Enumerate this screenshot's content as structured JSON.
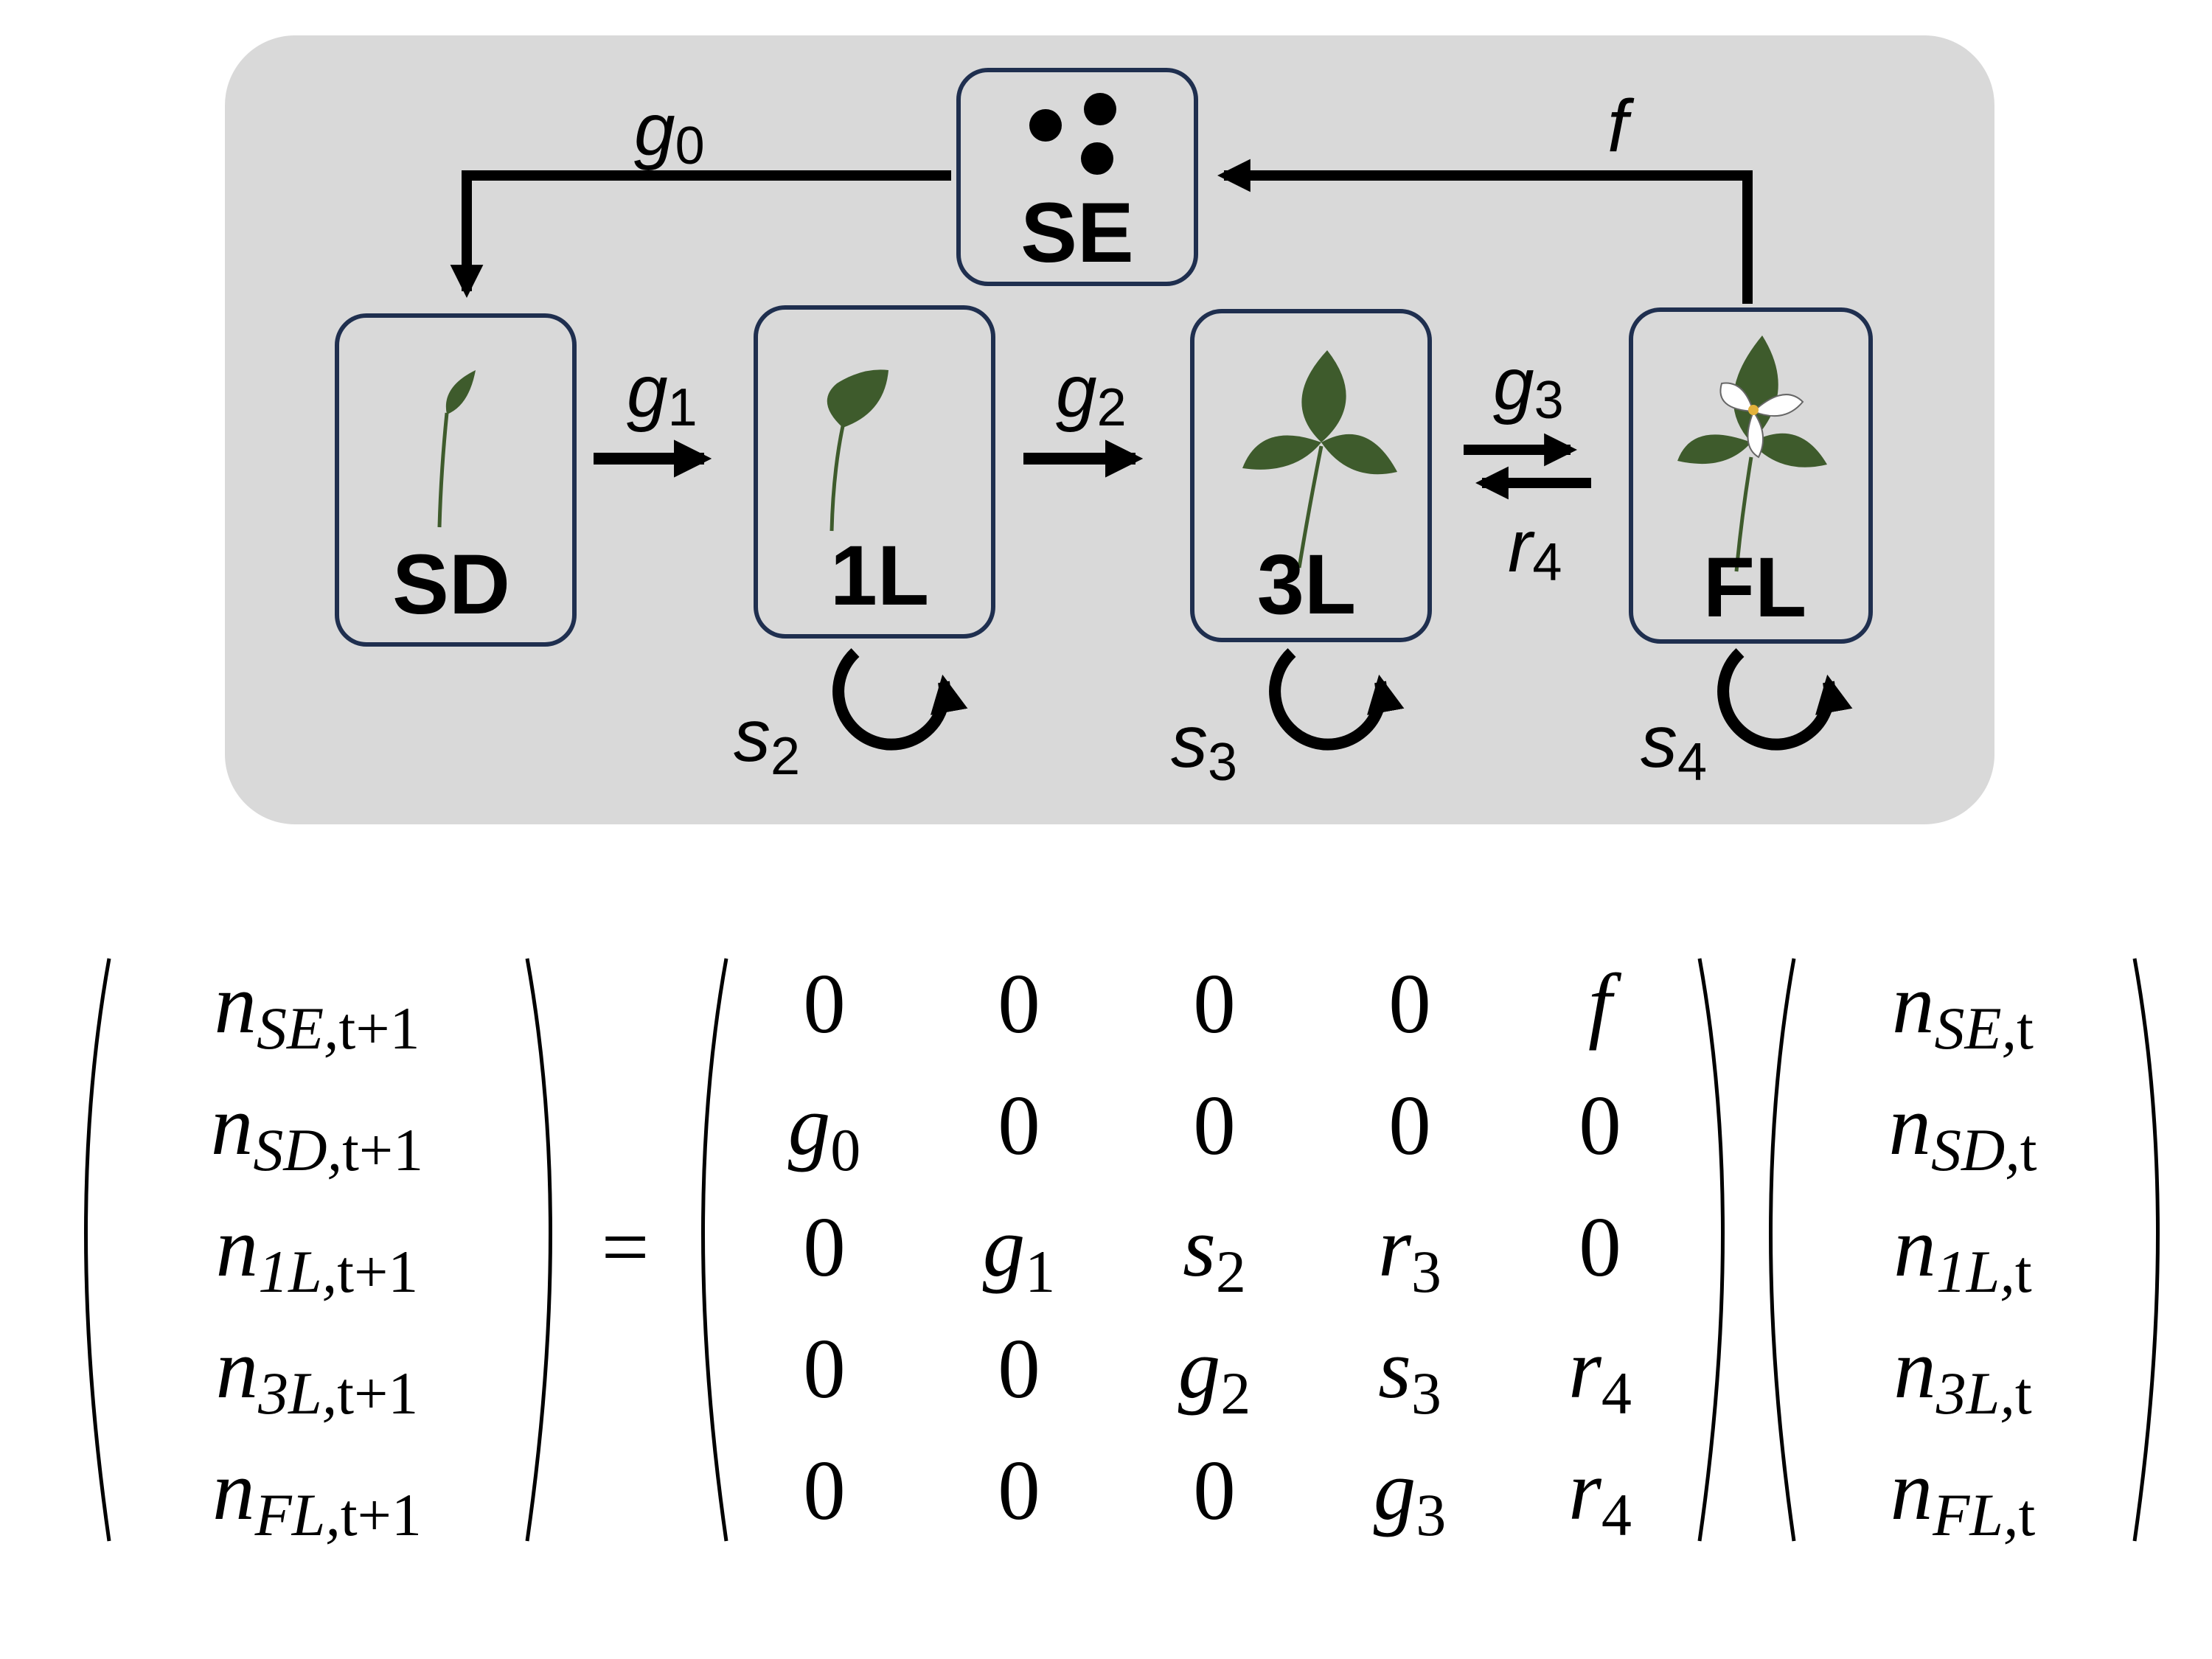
{
  "diagram": {
    "stages": {
      "se": "SE",
      "sd": "SD",
      "1l": "1L",
      "3l": "3L",
      "fl": "FL"
    },
    "edges": {
      "g0": {
        "sym": "g",
        "sub": "0"
      },
      "f": {
        "sym": "f",
        "sub": ""
      },
      "g1": {
        "sym": "g",
        "sub": "1"
      },
      "g2": {
        "sym": "g",
        "sub": "2"
      },
      "g3": {
        "sym": "g",
        "sub": "3"
      },
      "r4": {
        "sym": "r",
        "sub": "4"
      },
      "s2": {
        "sym": "s",
        "sub": "2"
      },
      "s3": {
        "sym": "s",
        "sub": "3"
      },
      "s4": {
        "sym": "s",
        "sub": "4"
      }
    },
    "colors": {
      "panel": "#d9d9d9",
      "box_border": "#1f2f4f",
      "leaf": "#3e5b2c",
      "petal": "#ffffff",
      "stamen": "#e3b23c"
    }
  },
  "equation": {
    "lhs": [
      {
        "n": "n",
        "stage": "SE",
        "time": "t+1"
      },
      {
        "n": "n",
        "stage": "SD",
        "time": "t+1"
      },
      {
        "n": "n",
        "stage": "1L",
        "time": "t+1"
      },
      {
        "n": "n",
        "stage": "3L",
        "time": "t+1"
      },
      {
        "n": "n",
        "stage": "FL",
        "time": "t+1"
      }
    ],
    "equals": "=",
    "matrix": [
      [
        {
          "s": "0",
          "b": ""
        },
        {
          "s": "0",
          "b": ""
        },
        {
          "s": "0",
          "b": ""
        },
        {
          "s": "0",
          "b": ""
        },
        {
          "s": "f",
          "b": ""
        }
      ],
      [
        {
          "s": "g",
          "b": "0"
        },
        {
          "s": "0",
          "b": ""
        },
        {
          "s": "0",
          "b": ""
        },
        {
          "s": "0",
          "b": ""
        },
        {
          "s": "0",
          "b": ""
        }
      ],
      [
        {
          "s": "0",
          "b": ""
        },
        {
          "s": "g",
          "b": "1"
        },
        {
          "s": "s",
          "b": "2"
        },
        {
          "s": "r",
          "b": "3"
        },
        {
          "s": "0",
          "b": ""
        }
      ],
      [
        {
          "s": "0",
          "b": ""
        },
        {
          "s": "0",
          "b": ""
        },
        {
          "s": "g",
          "b": "2"
        },
        {
          "s": "s",
          "b": "3"
        },
        {
          "s": "r",
          "b": "4"
        }
      ],
      [
        {
          "s": "0",
          "b": ""
        },
        {
          "s": "0",
          "b": ""
        },
        {
          "s": "0",
          "b": ""
        },
        {
          "s": "g",
          "b": "3"
        },
        {
          "s": "r",
          "b": "4"
        }
      ]
    ],
    "rhs": [
      {
        "n": "n",
        "stage": "SE",
        "time": "t"
      },
      {
        "n": "n",
        "stage": "SD",
        "time": "t"
      },
      {
        "n": "n",
        "stage": "1L",
        "time": "t"
      },
      {
        "n": "n",
        "stage": "3L",
        "time": "t"
      },
      {
        "n": "n",
        "stage": "FL",
        "time": "t"
      }
    ]
  }
}
